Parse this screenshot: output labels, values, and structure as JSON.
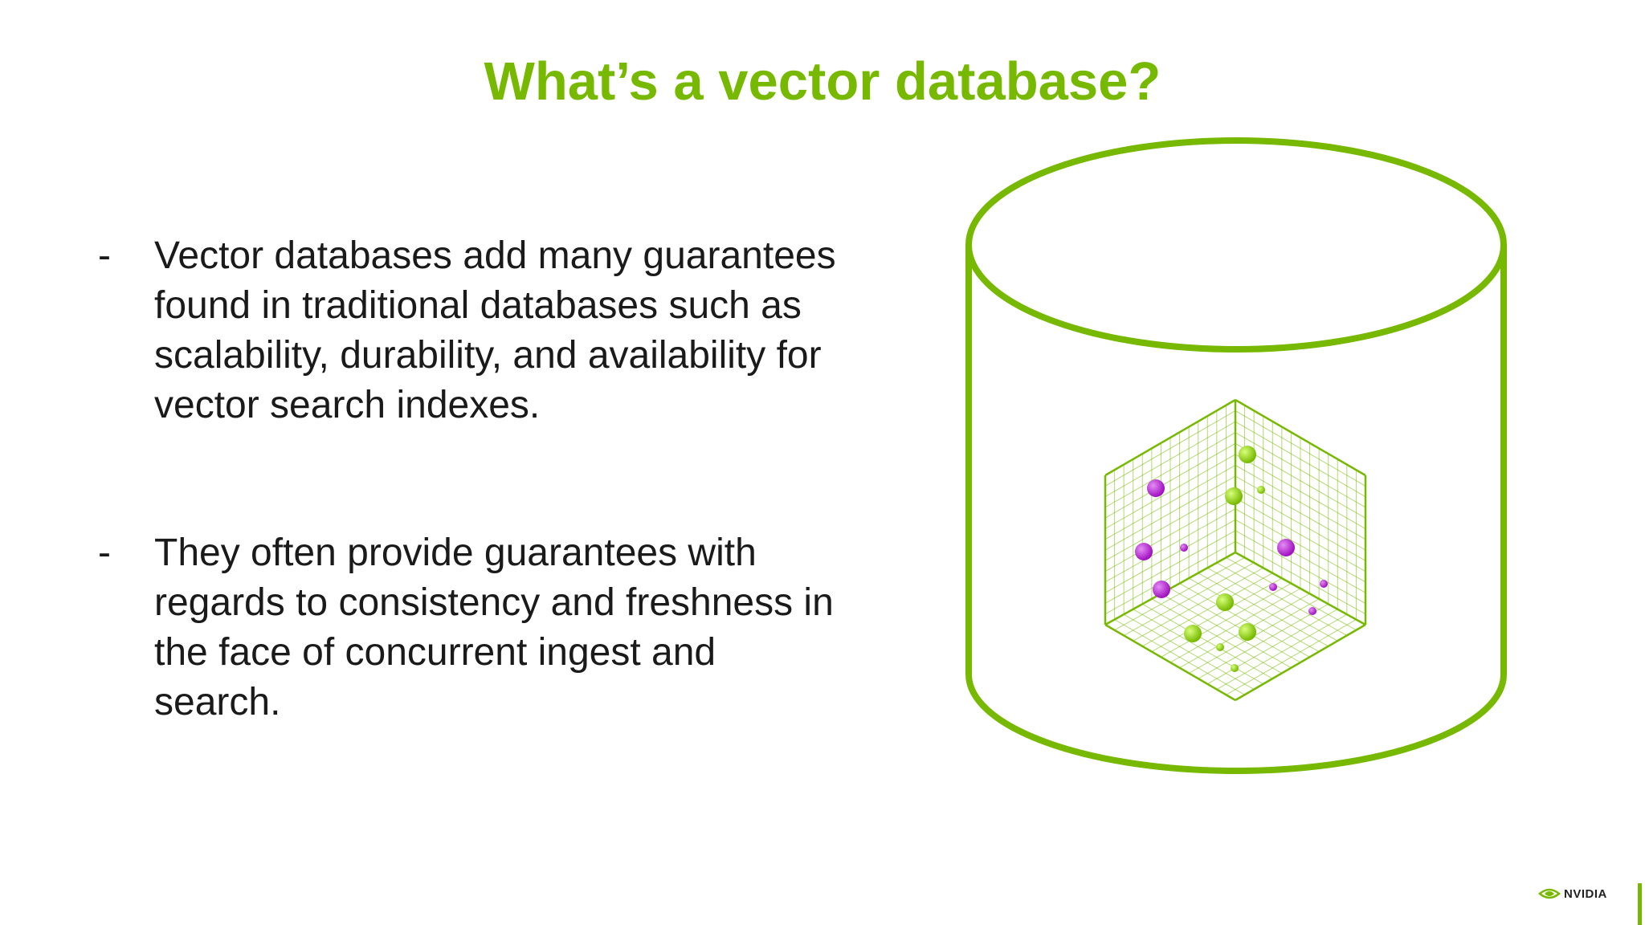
{
  "slide": {
    "title": "What’s a vector database?",
    "bullet_marker": "-",
    "bullets": [
      {
        "lines": [
          "Vector databases add many guarantees",
          "found in traditional databases such as",
          "scalability, durability, and availability for",
          "vector search indexes."
        ]
      },
      {
        "lines": [
          "They often provide guarantees with",
          "regards to consistency and freshness in",
          "the face of concurrent ingest and",
          "search."
        ]
      }
    ]
  },
  "illustration": {
    "icon": "database-cylinder-icon",
    "inner_icon": "vector-space-cube-icon"
  },
  "logo": {
    "icon": "nvidia-eye-icon",
    "text": "NVIDIA"
  },
  "colors": {
    "accent_green": "#76b900",
    "point_purple": "#a010c0",
    "text": "#1a1a1a"
  }
}
